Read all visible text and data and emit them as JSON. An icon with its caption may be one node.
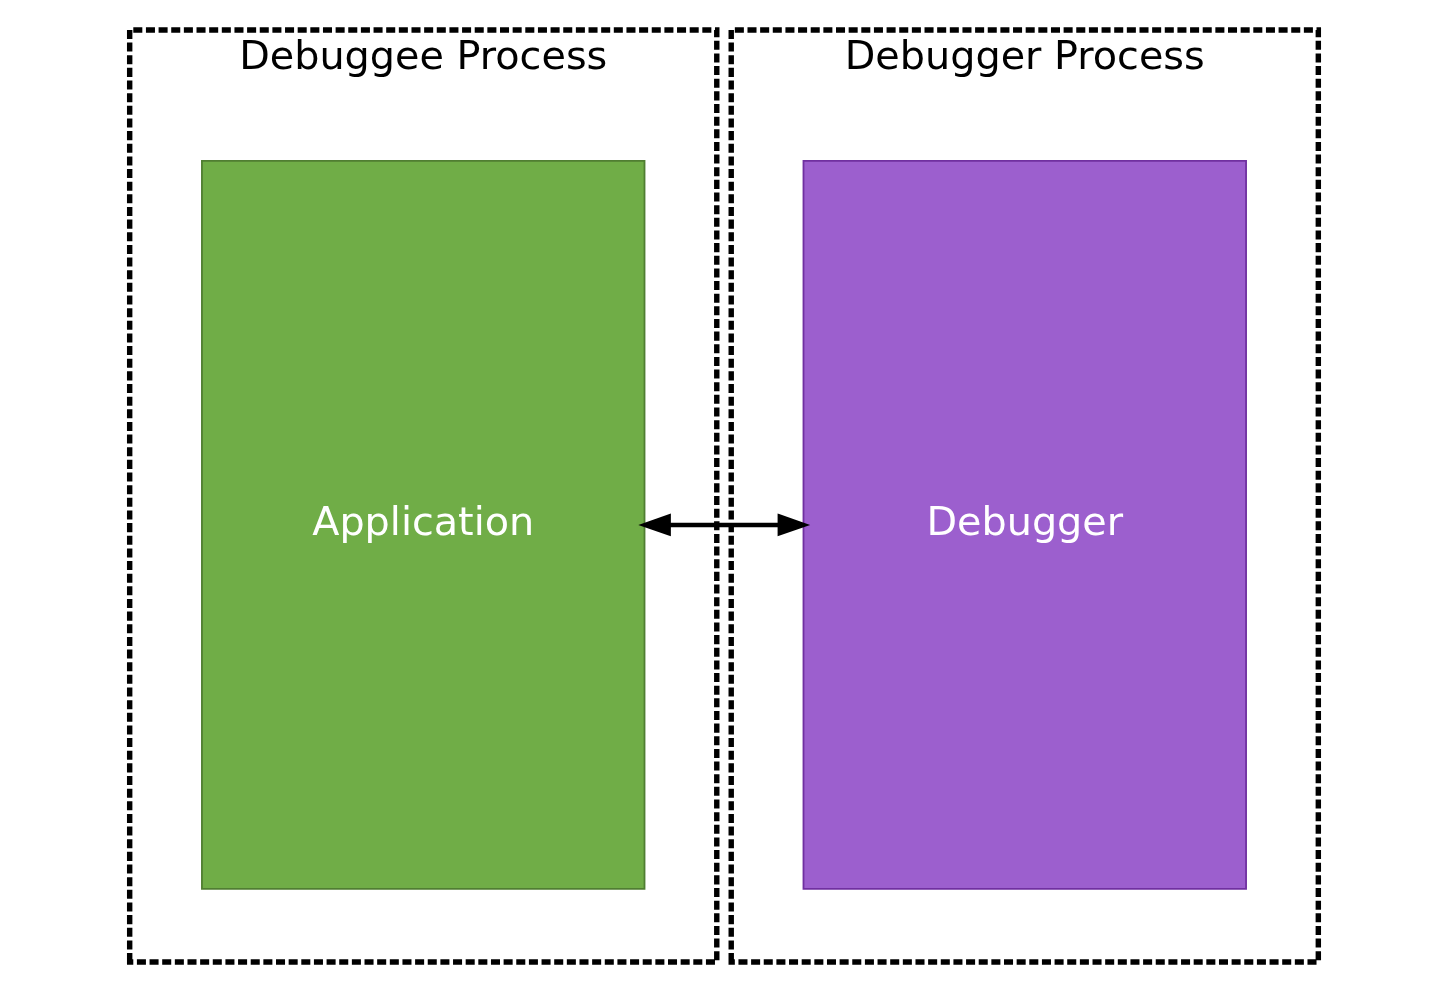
{
  "diagram": {
    "nodes": [
      {
        "text": [
          "Debuggee Process"
        ]
      },
      {
        "text": [
          "Application"
        ],
        "in": 0
      },
      {
        "text": [
          "Debugger Process"
        ]
      },
      {
        "text": [
          "Debugger"
        ],
        "in": 2
      }
    ],
    "edges": [
      {
        "from": 1,
        "to": 3,
        "arrow": "both"
      }
    ]
  }
}
